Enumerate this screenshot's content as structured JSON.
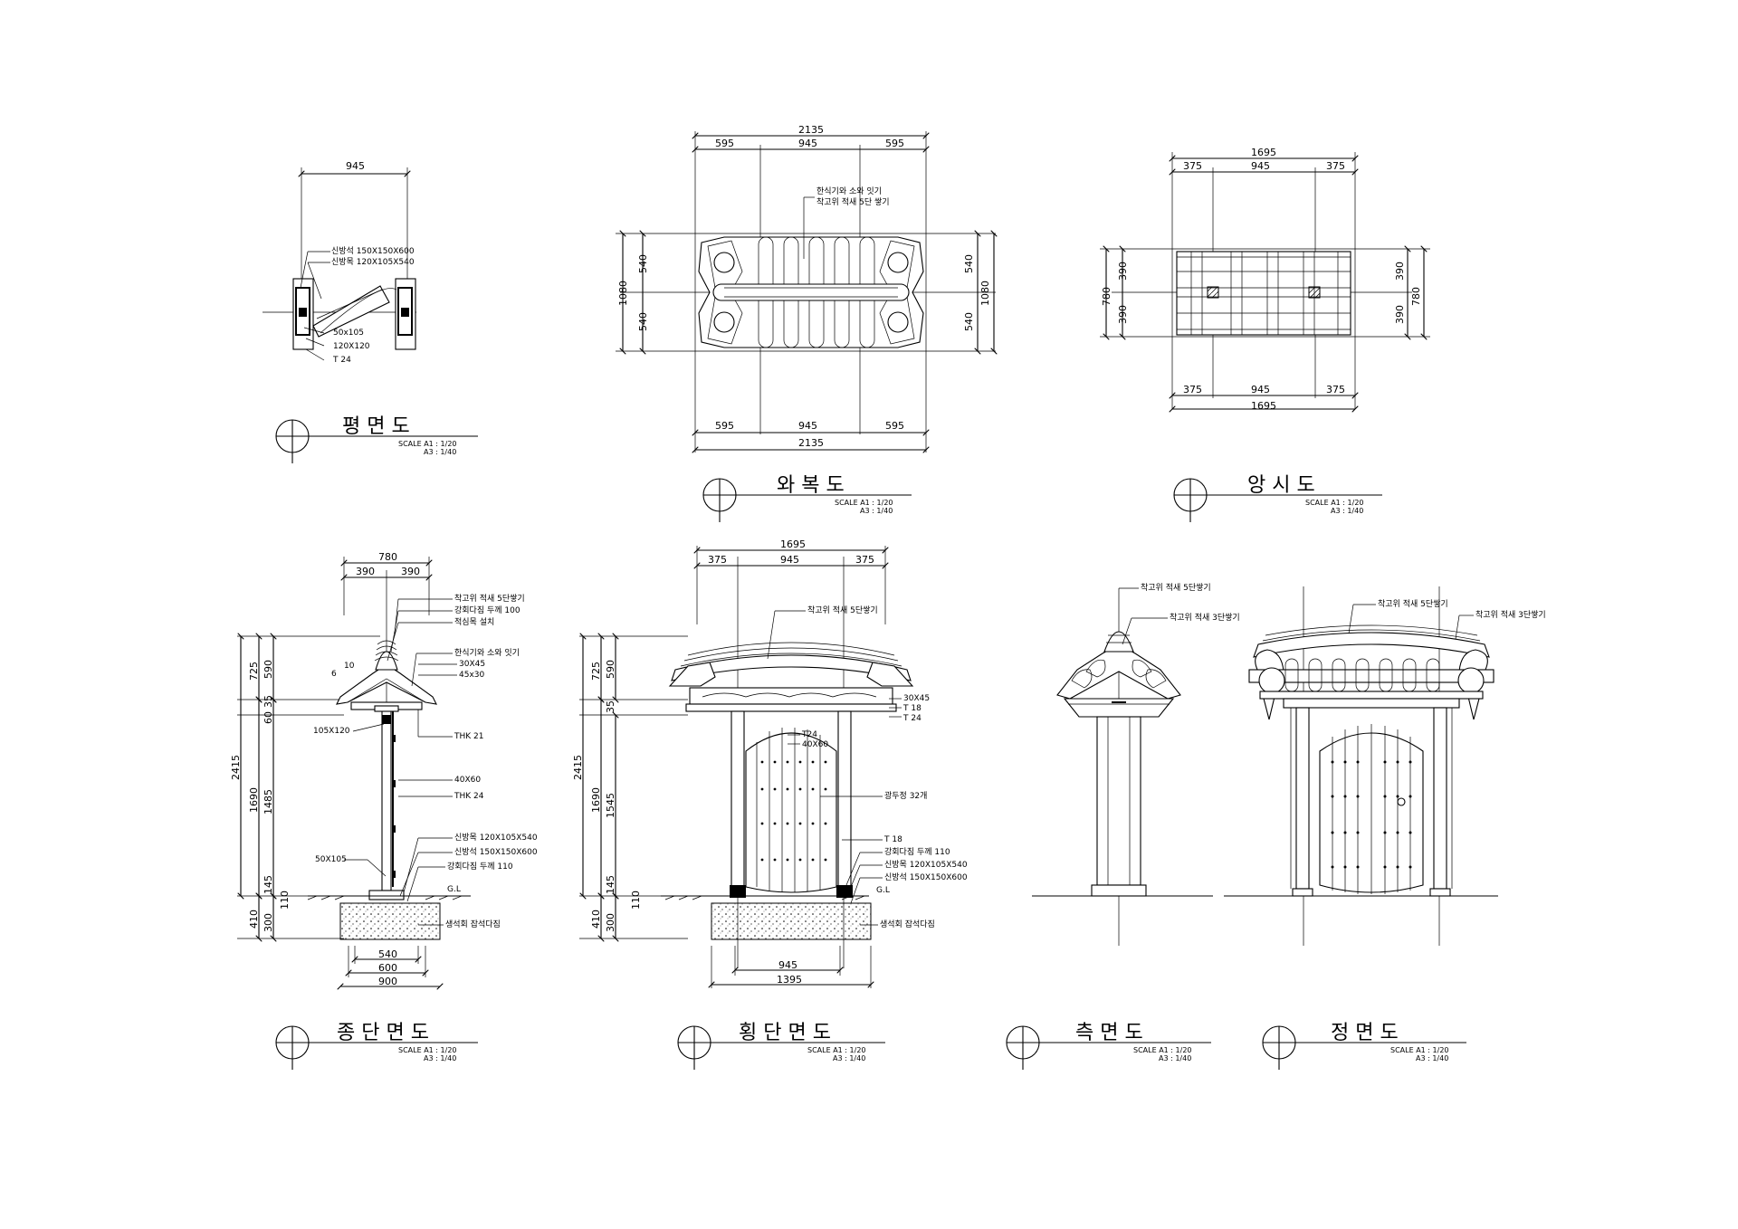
{
  "views": {
    "plan": {
      "title": "평  면  도",
      "scale_a1": "SCALE A1 : 1/20",
      "scale_a3": "A3 : 1/40",
      "dims": {
        "width": "945"
      },
      "notes": [
        "신방석  150X150X600",
        "신방목  120X105X540",
        "50x105",
        "120X120",
        "T 24"
      ]
    },
    "roof_plan": {
      "title": "와  복  도",
      "scale_a1": "SCALE A1 : 1/20",
      "scale_a3": "A3 : 1/40",
      "dims": {
        "total": "2135",
        "seg": [
          "595",
          "945",
          "595"
        ],
        "depth": "1080",
        "half": "540"
      },
      "notes": [
        "한식기와 소와 잇기",
        "착고위 적새 5단 쌓기"
      ]
    },
    "bottom_plan": {
      "title": "앙  시  도",
      "scale_a1": "SCALE A1 : 1/20",
      "scale_a3": "A3 : 1/40",
      "dims": {
        "total": "1695",
        "seg": [
          "375",
          "945",
          "375"
        ],
        "depth": "780",
        "half": "390"
      }
    },
    "long_section": {
      "title": "종 단 면 도",
      "scale_a1": "SCALE A1 : 1/20",
      "scale_a3": "A3 : 1/40",
      "dims": {
        "top": "780",
        "top_half": "390",
        "h_total": "2415",
        "h_roof": "725",
        "h_body": "1690",
        "h_ground": "410",
        "h_590": "590",
        "h_35": "35",
        "h_60": "60",
        "h_1485": "1485",
        "h_145": "145",
        "h_300": "300",
        "h_110": "110",
        "b540": "540",
        "b600": "600",
        "b900": "900",
        "small6": "6",
        "small10": "10"
      },
      "notes": [
        "착고위 적새 5단쌓기",
        "강회다짐 두께 100",
        "적심목 설치",
        "한식기와 소와 잇기",
        "30X45",
        "45x30",
        "105X120",
        "THK 21",
        "40X60",
        "THK 24",
        "신방목  120X105X540",
        "신방석  150X150X600",
        "강회다짐 두께 110",
        "50X105",
        "G.L",
        "생석회 잡석다짐"
      ]
    },
    "cross_section": {
      "title": "횡 단 면 도",
      "scale_a1": "SCALE A1 : 1/20",
      "scale_a3": "A3 : 1/40",
      "dims": {
        "total": "1695",
        "seg": [
          "375",
          "945",
          "375"
        ],
        "h_total": "2415",
        "h_roof": "725",
        "h_body": "1690",
        "h_ground": "410",
        "h_590": "590",
        "h_35": "35",
        "h_1545": "1545",
        "h_145": "145",
        "h_300": "300",
        "h_110": "110",
        "b945": "945",
        "b1395": "1395"
      },
      "notes": [
        "착고위 적새 5단쌓기",
        "30X45",
        "T 18",
        "T 24",
        "T24",
        "40X60",
        "광두정 32개",
        "T 18",
        "강회다짐 두께 110",
        "신방목  120X105X540",
        "신방석  150X150X600",
        "G.L",
        "생석회 잡석다짐"
      ]
    },
    "side_elevation": {
      "title": "측  면  도",
      "scale_a1": "SCALE A1 : 1/20",
      "scale_a3": "A3 : 1/40",
      "notes": [
        "착고위 적새 5단쌓기",
        "착고위 적새 3단쌓기"
      ]
    },
    "front_elevation": {
      "title": "정  면  도",
      "scale_a1": "SCALE A1 : 1/20",
      "scale_a3": "A3 : 1/40",
      "notes": [
        "착고위 적새 5단쌓기",
        "착고위 적새 3단쌓기"
      ]
    }
  }
}
